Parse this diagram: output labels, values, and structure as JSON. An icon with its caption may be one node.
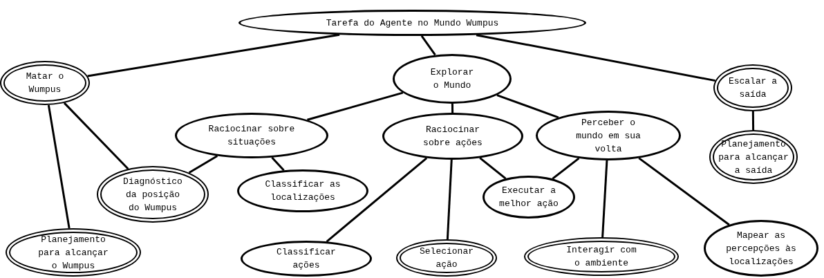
{
  "diagram": {
    "nodes": [
      {
        "text": [
          "Tarefa do Agente no Mundo Wumpus"
        ]
      },
      {
        "text": [
          "Matar o Wumpus"
        ]
      },
      {
        "text": [
          "Explorar o Mundo"
        ]
      },
      {
        "text": [
          "Escalar a saída"
        ]
      },
      {
        "text": [
          "Raciocinar sobre situações"
        ]
      },
      {
        "text": [
          "Raciocinar sobre ações"
        ]
      },
      {
        "text": [
          "Perceber o mundo em sua volta"
        ]
      },
      {
        "text": [
          "Planejamento para alcançar a saída"
        ]
      },
      {
        "text": [
          "Diagnóstico da posição do Wumpus"
        ]
      },
      {
        "text": [
          "Classificar as localizações"
        ]
      },
      {
        "text": [
          "Executar a melhor ação"
        ]
      },
      {
        "text": [
          "Planejamento para alcançar o Wumpus"
        ]
      },
      {
        "text": [
          "Classificar ações"
        ]
      },
      {
        "text": [
          "Selecionar ação"
        ]
      },
      {
        "text": [
          "Interagir com o ambiente"
        ]
      },
      {
        "text": [
          "Mapear as percepções às localizações"
        ]
      }
    ],
    "edges": [
      {
        "from": 0,
        "to": 1,
        "arrow": "none"
      },
      {
        "from": 0,
        "to": 2,
        "arrow": "none"
      },
      {
        "from": 0,
        "to": 3,
        "arrow": "none"
      },
      {
        "from": 2,
        "to": 4,
        "arrow": "none"
      },
      {
        "from": 2,
        "to": 5,
        "arrow": "none"
      },
      {
        "from": 2,
        "to": 6,
        "arrow": "none"
      },
      {
        "from": 3,
        "to": 7,
        "arrow": "none"
      },
      {
        "from": 1,
        "to": 8,
        "arrow": "none"
      },
      {
        "from": 1,
        "to": 11,
        "arrow": "none"
      },
      {
        "from": 4,
        "to": 8,
        "arrow": "none"
      },
      {
        "from": 4,
        "to": 9,
        "arrow": "none"
      },
      {
        "from": 5,
        "to": 12,
        "arrow": "none"
      },
      {
        "from": 5,
        "to": 13,
        "arrow": "none"
      },
      {
        "from": 5,
        "to": 10,
        "arrow": "none"
      },
      {
        "from": 6,
        "to": 10,
        "arrow": "none"
      },
      {
        "from": 6,
        "to": 14,
        "arrow": "none"
      },
      {
        "from": 6,
        "to": 15,
        "arrow": "none"
      }
    ]
  }
}
